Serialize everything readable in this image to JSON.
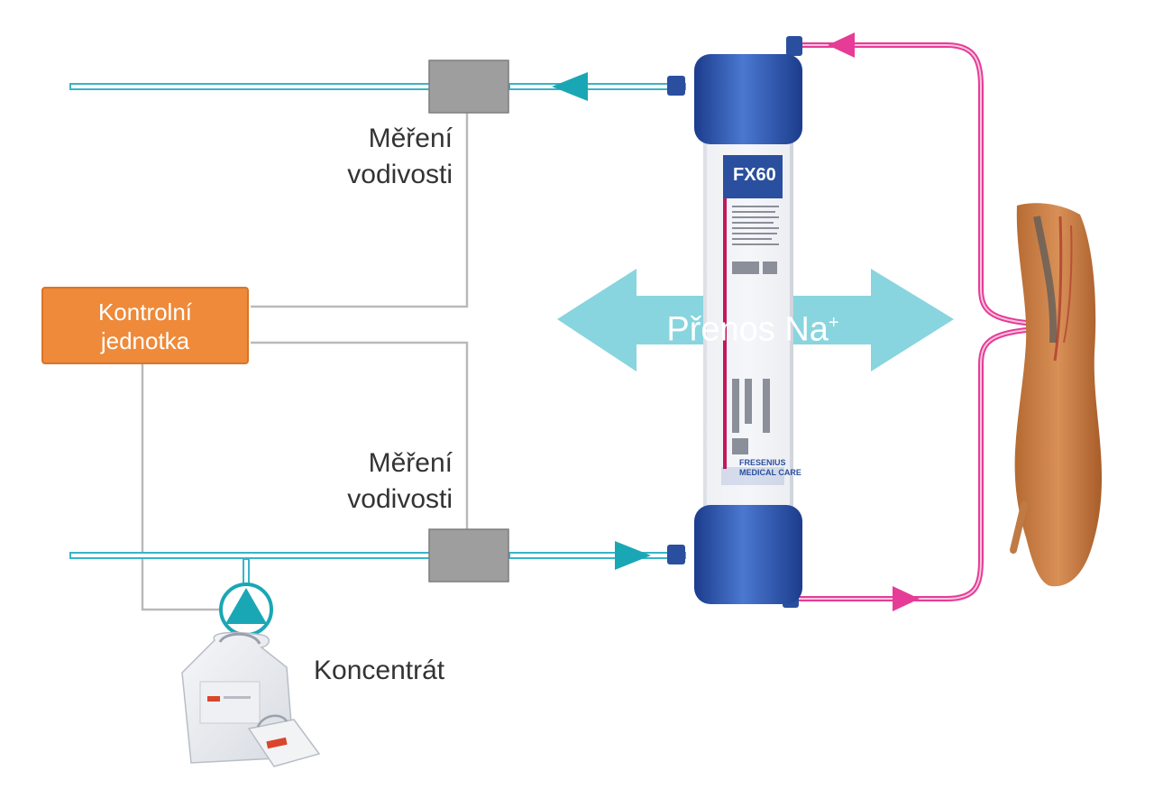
{
  "control_unit": {
    "line1": "Kontrolní",
    "line2": "jednotka"
  },
  "conductivity_top": {
    "line1": "Měření",
    "line2": "vodivosti"
  },
  "conductivity_bottom": {
    "line1": "Měření",
    "line2": "vodivosti"
  },
  "concentrate": {
    "label": "Koncentrát"
  },
  "transfer": {
    "text": "Přenos Na",
    "superscript": "+"
  },
  "dialyzer": {
    "model": "FX60",
    "brand_line1": "FRESENIUS",
    "brand_line2": "MEDICAL CARE"
  },
  "colors": {
    "dialysate_line": "#38b4c7",
    "blood_line": "#e63c97",
    "control_box": "#ee8a3a",
    "sensor_box": "#9e9e9e",
    "transfer_arrow": "#88d5df",
    "dialyzer_blue": "#2a4f9e"
  },
  "icons": [
    "pump-icon",
    "concentrate-bag-icon",
    "arm-icon",
    "dialyzer-icon"
  ]
}
